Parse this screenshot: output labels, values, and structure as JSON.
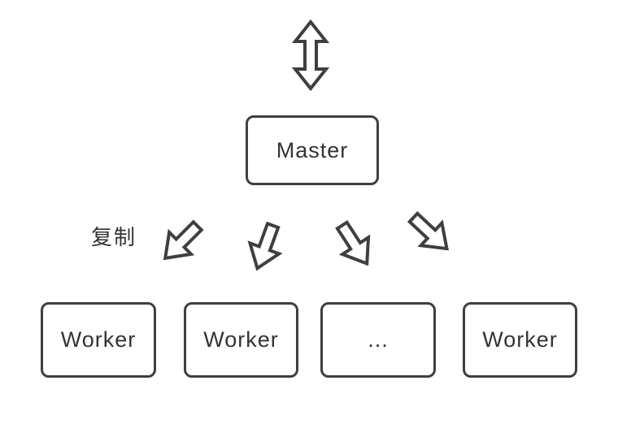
{
  "diagram": {
    "replication_label": "复制",
    "master": {
      "label": "Master"
    },
    "workers": [
      {
        "label": "Worker"
      },
      {
        "label": "Worker"
      },
      {
        "label": "..."
      },
      {
        "label": "Worker"
      }
    ]
  },
  "icons": {
    "top_arrow": "up-down-arrow-icon",
    "fanout_arrows": [
      "down-left-arrow-icon",
      "down-arrow-icon",
      "down-right-arrow-icon",
      "down-right-arrow-icon"
    ]
  },
  "colors": {
    "stroke": "#3f3f3f",
    "text": "#333333",
    "background": "#ffffff"
  }
}
